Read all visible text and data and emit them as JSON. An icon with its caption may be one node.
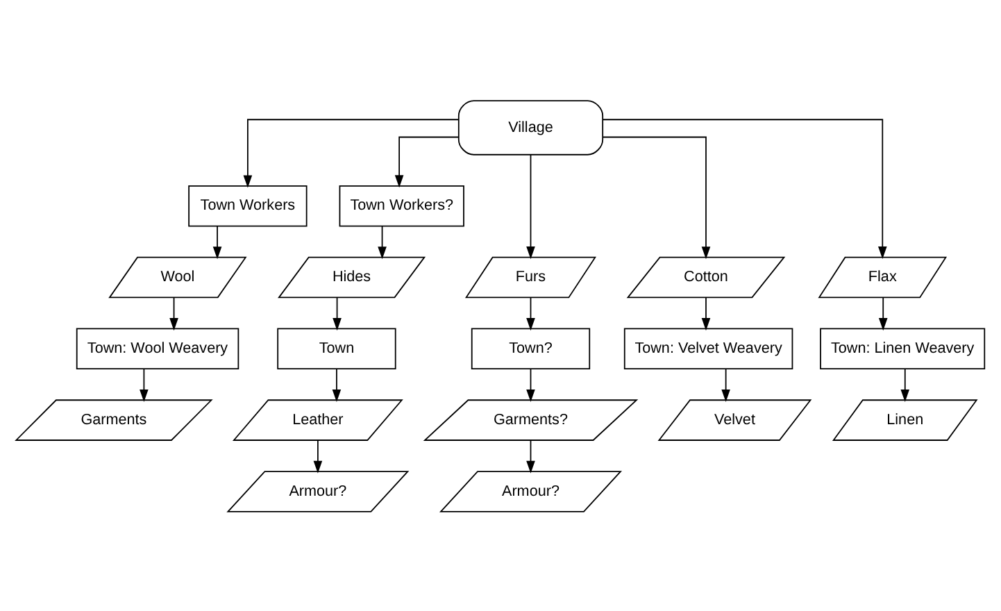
{
  "diagram": {
    "nodes": [
      {
        "text": [
          "Village"
        ]
      },
      {
        "text": [
          "Town Workers"
        ]
      },
      {
        "text": [
          "Town Workers?"
        ]
      },
      {
        "text": [
          "Furs"
        ]
      },
      {
        "text": [
          "Cotton"
        ]
      },
      {
        "text": [
          "Flax"
        ]
      },
      {
        "text": [
          "Wool"
        ]
      },
      {
        "text": [
          "Hides"
        ]
      },
      {
        "text": [
          "Town?"
        ]
      },
      {
        "text": [
          "Town: Velvet Weavery"
        ]
      },
      {
        "text": [
          "Town: Linen Weavery"
        ]
      },
      {
        "text": [
          "Town: Wool Weavery"
        ]
      },
      {
        "text": [
          "Town"
        ]
      },
      {
        "text": [
          "Garments?"
        ]
      },
      {
        "text": [
          "Velvet"
        ]
      },
      {
        "text": [
          "Linen"
        ]
      },
      {
        "text": [
          "Garments"
        ]
      },
      {
        "text": [
          "Leather"
        ]
      },
      {
        "text": [
          "Armour?"
        ]
      },
      {
        "text": [
          "Armour?"
        ]
      }
    ],
    "edges": [
      {
        "from": 0,
        "to": 3,
        "arrow": "to"
      },
      {
        "from": 0,
        "to": 4,
        "arrow": "to"
      },
      {
        "from": 0,
        "to": 5,
        "arrow": "to"
      },
      {
        "from": 0,
        "to": 1,
        "arrow": "to"
      },
      {
        "from": 0,
        "to": 2,
        "arrow": "to"
      },
      {
        "from": 1,
        "to": 6,
        "arrow": "to"
      },
      {
        "from": 2,
        "to": 7,
        "arrow": "to"
      },
      {
        "from": 3,
        "to": 8,
        "arrow": "to"
      },
      {
        "from": 4,
        "to": 9,
        "arrow": "to"
      },
      {
        "from": 5,
        "to": 10,
        "arrow": "to"
      },
      {
        "from": 6,
        "to": 11,
        "arrow": "to"
      },
      {
        "from": 7,
        "to": 12,
        "arrow": "to"
      },
      {
        "from": 8,
        "to": 13,
        "arrow": "to"
      },
      {
        "from": 9,
        "to": 14,
        "arrow": "to"
      },
      {
        "from": 10,
        "to": 15,
        "arrow": "to"
      },
      {
        "from": 11,
        "to": 16,
        "arrow": "to"
      },
      {
        "from": 12,
        "to": 17,
        "arrow": "to"
      },
      {
        "from": 13,
        "to": 18,
        "arrow": "to"
      },
      {
        "from": 17,
        "to": 19,
        "arrow": "to"
      }
    ]
  }
}
